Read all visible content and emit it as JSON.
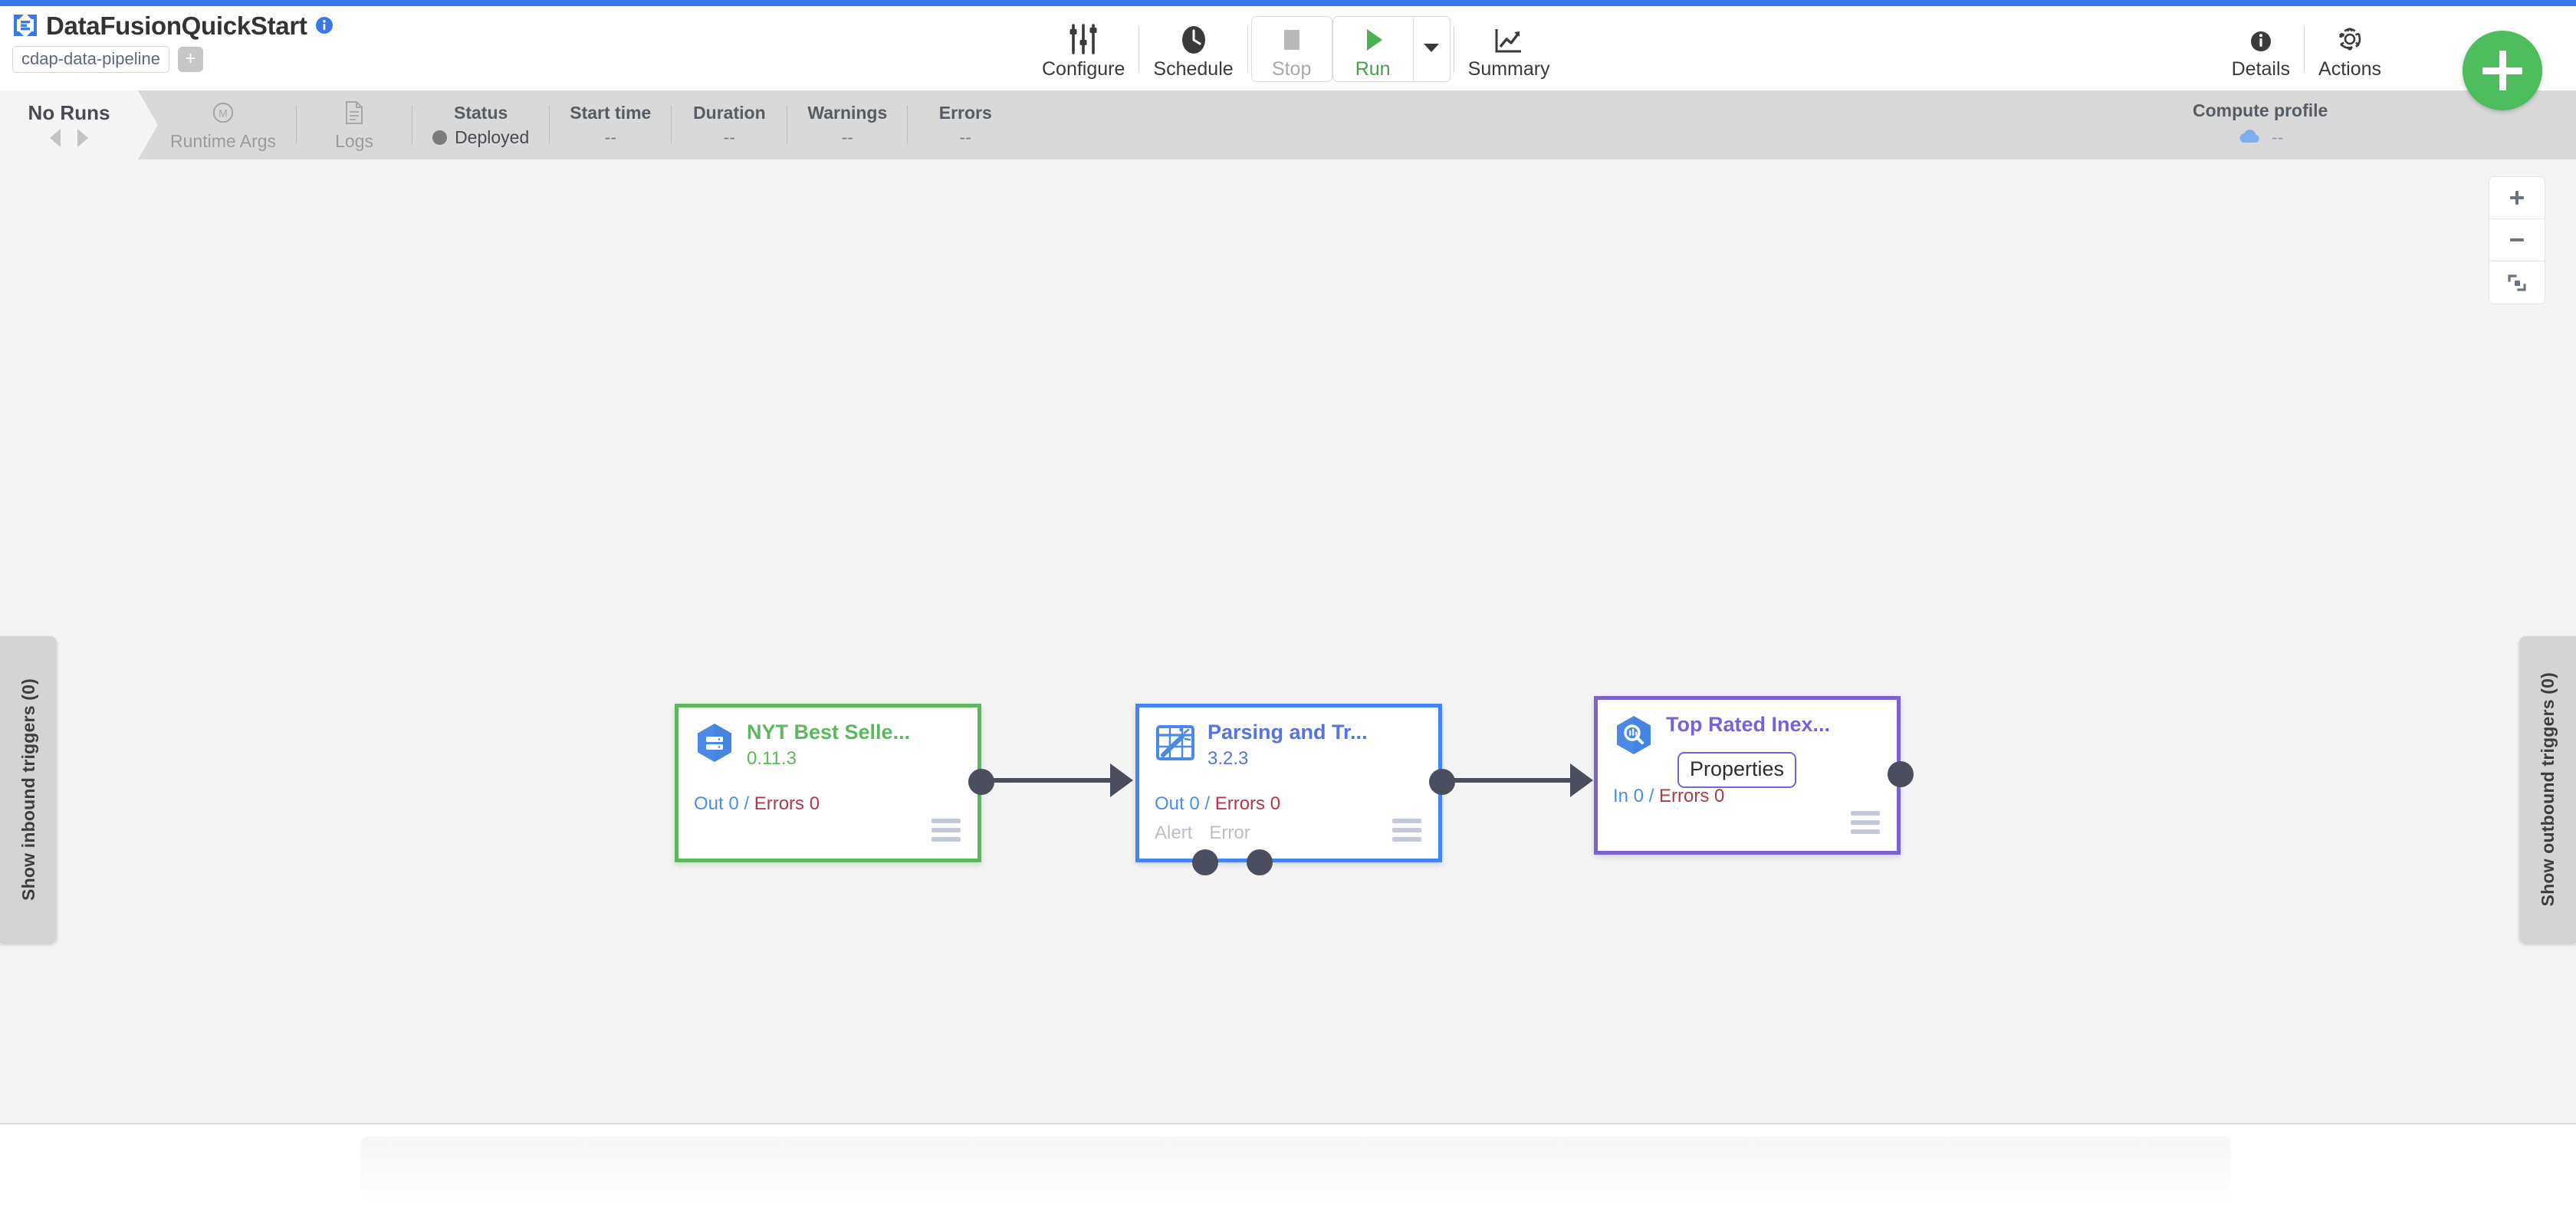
{
  "header": {
    "logo_icon": "cdap-logo-icon",
    "title": "DataFusionQuickStart",
    "info_icon": "info-icon",
    "pipeline_type": "cdap-data-pipeline",
    "add_tag_label": "+",
    "fab_label": "+",
    "fab_icon": "plus-icon",
    "fab_color": "#4dbd5e"
  },
  "toolbar": {
    "items": [
      {
        "label": "Configure",
        "icon": "sliders-icon"
      },
      {
        "label": "Schedule",
        "icon": "clock-icon"
      },
      {
        "label": "Stop",
        "icon": "stop-square-icon",
        "disabled": true
      },
      {
        "label": "Run",
        "icon": "play-triangle-icon",
        "color": "#43a047"
      },
      {
        "label": "Summary",
        "icon": "line-chart-icon"
      }
    ],
    "run_caret_icon": "chevron-down-icon",
    "right_items": [
      {
        "label": "Details",
        "icon": "info-circle-icon"
      },
      {
        "label": "Actions",
        "icon": "gear-icon"
      }
    ]
  },
  "statusbar": {
    "runs_title": "No Runs",
    "prev_icon": "caret-left-icon",
    "next_icon": "caret-right-icon",
    "runtime_args": {
      "label": "Runtime Args",
      "icon": "macro-m-icon"
    },
    "logs": {
      "label": "Logs",
      "icon": "document-icon"
    },
    "columns": [
      {
        "header": "Status",
        "value": "Deployed",
        "dot_color": "#7b7b7b"
      },
      {
        "header": "Start time",
        "value": "--"
      },
      {
        "header": "Duration",
        "value": "--"
      },
      {
        "header": "Warnings",
        "value": "--"
      },
      {
        "header": "Errors",
        "value": "--"
      }
    ],
    "compute_profile": {
      "header": "Compute profile",
      "value": "--",
      "icon": "cloud-icon"
    }
  },
  "canvas": {
    "zoom_controls": [
      {
        "name": "zoom-in",
        "icon": "plus-icon"
      },
      {
        "name": "zoom-out",
        "icon": "minus-icon"
      },
      {
        "name": "fit-to-screen",
        "icon": "fit-screen-icon"
      }
    ],
    "left_tab": "Show inbound triggers (0)",
    "right_tab": "Show outbound triggers (0)",
    "nodes": [
      {
        "id": "node-source",
        "name": "NYT Best Selle...",
        "version": "0.11.3",
        "icon": "bigquery-source-icon",
        "border_color": "#5cb85c",
        "metrics": {
          "in_label": "Out 0",
          "sep": "/",
          "err_label": "Errors 0"
        },
        "ports": [],
        "menu_icon": "hamburger-icon"
      },
      {
        "id": "node-transform",
        "name": "Parsing and Tr...",
        "version": "3.2.3",
        "icon": "wrangler-transform-icon",
        "border_color": "#4285f4",
        "metrics": {
          "in_label": "Out 0",
          "sep": "/",
          "err_label": "Errors 0"
        },
        "ports": [
          "Alert",
          "Error"
        ],
        "menu_icon": "hamburger-icon"
      },
      {
        "id": "node-sink",
        "name": "Top Rated Inex...",
        "version": "",
        "icon": "bigquery-sink-icon",
        "border_color": "#7b61d4",
        "tooltip": "Properties",
        "metrics": {
          "in_label": "In 0",
          "sep": "/",
          "err_label": "Errors 0"
        },
        "ports": [],
        "menu_icon": "hamburger-icon"
      }
    ]
  }
}
